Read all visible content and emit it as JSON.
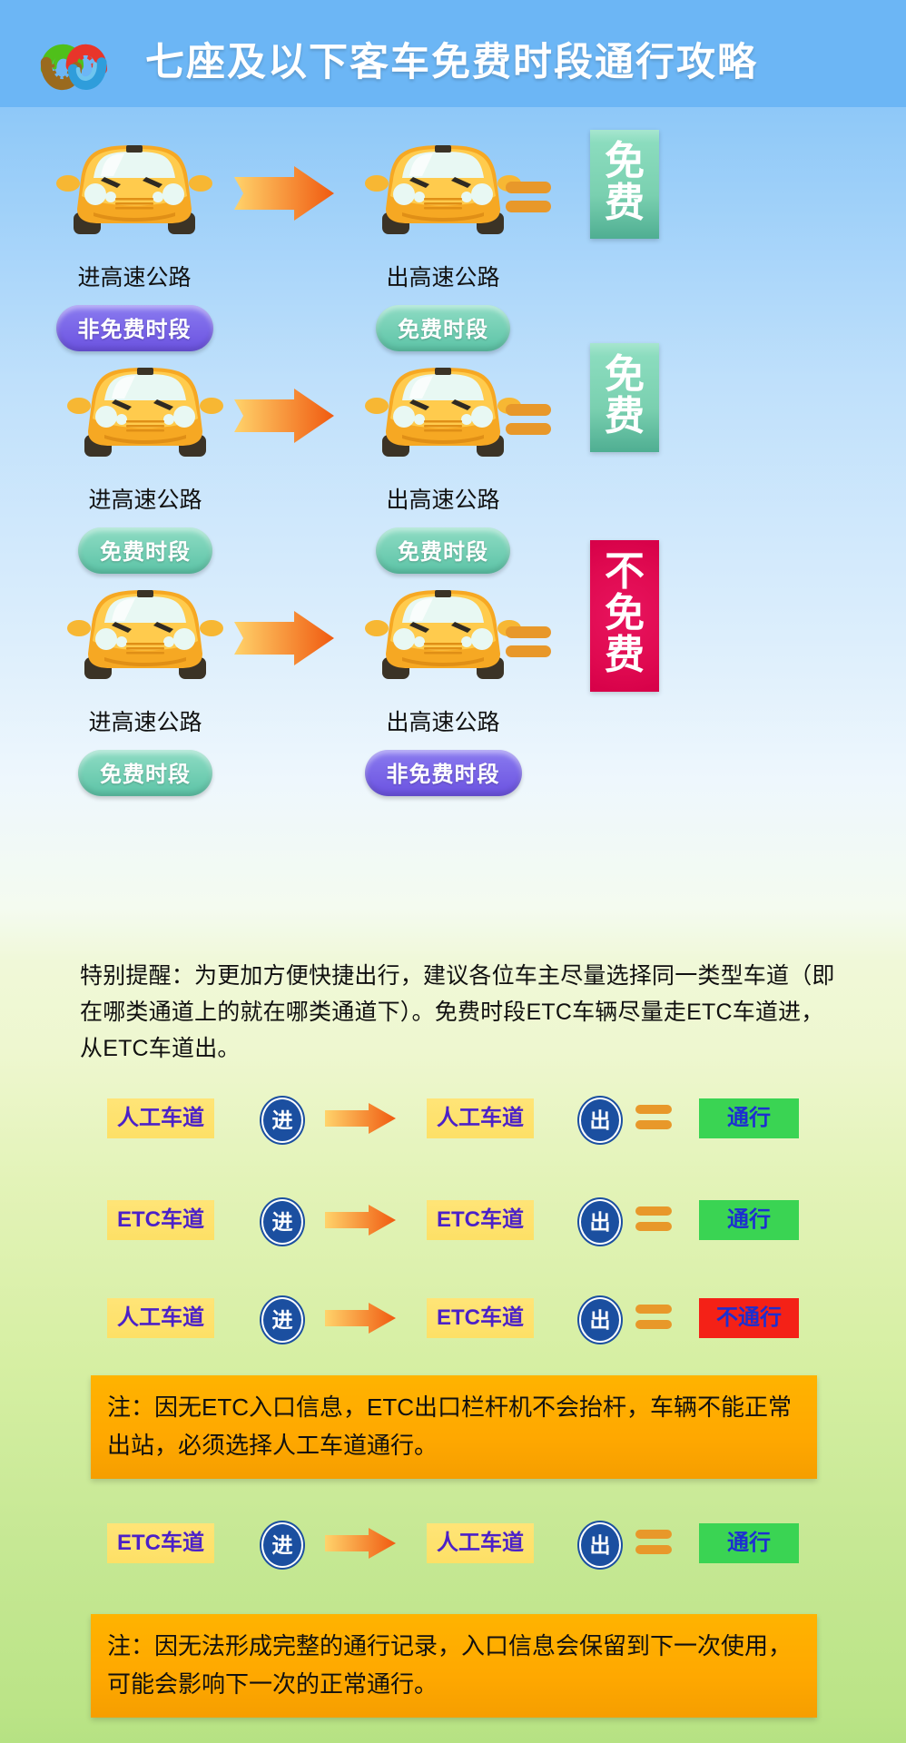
{
  "header": {
    "title": "七座及以下客车免费时段通行攻略",
    "logo_name": "transport-logo",
    "bg_color": "#6cb6f5",
    "title_color": "#ffffff"
  },
  "labels": {
    "enter": "进高速公路",
    "exit": "出高速公路",
    "free_period": "免费时段",
    "non_free_period": "非免费时段"
  },
  "colors": {
    "free_badge": "#5cc3a6",
    "nonfree_badge": "#6b52e0",
    "banner_free": "#7ad0b0",
    "banner_notfree": "#e00a51",
    "arrow": "#f07b1d",
    "equals": "#e8982a",
    "lane_chip": "#fde066",
    "lane_text": "#4b21c8",
    "dot": "#1b4fa0",
    "pass": "#3ad453",
    "fail": "#f42117",
    "note_box": "#ffa800"
  },
  "car_rows": [
    {
      "enter_label": "进高速公路",
      "enter_badge": "非免费时段",
      "enter_badge_type": "purple",
      "exit_label": "出高速公路",
      "exit_badge": "免费时段",
      "exit_badge_type": "green",
      "result": "免费",
      "result_chars": [
        "免",
        "费"
      ],
      "result_type": "green"
    },
    {
      "enter_label": "进高速公路",
      "enter_badge": "免费时段",
      "enter_badge_type": "green",
      "exit_label": "出高速公路",
      "exit_badge": "免费时段",
      "exit_badge_type": "green",
      "result": "免费",
      "result_chars": [
        "免",
        "费"
      ],
      "result_type": "green"
    },
    {
      "enter_label": "进高速公路",
      "enter_badge": "免费时段",
      "enter_badge_type": "green",
      "exit_label": "出高速公路",
      "exit_badge": "非免费时段",
      "exit_badge_type": "purple",
      "result": "不免费",
      "result_chars": [
        "不",
        "免",
        "费"
      ],
      "result_type": "red"
    }
  ],
  "notice": "特别提醒：为更加方便快捷出行，建议各位车主尽量选择同一类型车道（即在哪类通道上的就在哪类通道下）。免费时段ETC车辆尽量走ETC车道进，从ETC车道出。",
  "lane_rows": [
    {
      "enter_lane": "人工车道",
      "enter_mark": "进",
      "exit_lane": "人工车道",
      "exit_mark": "出",
      "result": "通行",
      "result_type": "pass"
    },
    {
      "enter_lane": "ETC车道",
      "enter_mark": "进",
      "exit_lane": "ETC车道",
      "exit_mark": "出",
      "result": "通行",
      "result_type": "pass"
    },
    {
      "enter_lane": "人工车道",
      "enter_mark": "进",
      "exit_lane": "ETC车道",
      "exit_mark": "出",
      "result": "不通行",
      "result_type": "fail"
    },
    {
      "enter_lane": "ETC车道",
      "enter_mark": "进",
      "exit_lane": "人工车道",
      "exit_mark": "出",
      "result": "通行",
      "result_type": "pass"
    }
  ],
  "notes": [
    "注：因无ETC入口信息，ETC出口栏杆机不会抬杆，车辆不能正常出站，必须选择人工车道通行。",
    "注：因无法形成完整的通行记录，入口信息会保留到下一次使用，可能会影响下一次的正常通行。"
  ]
}
